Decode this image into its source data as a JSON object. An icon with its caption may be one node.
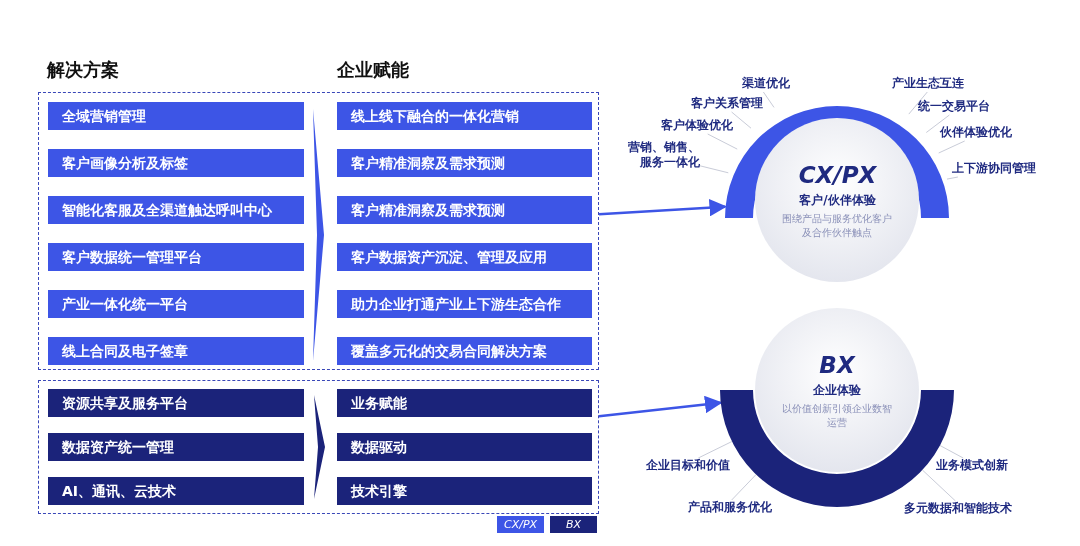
{
  "diagram": {
    "nodes": [
      {
        "text": [],
        "shape": "box"
      },
      {
        "text": [
          "全域营销管理"
        ],
        "in": 0
      },
      {
        "text": [
          "客户画像分析及标签"
        ],
        "in": 0
      },
      {
        "text": [
          "智能化客服及全渠道触达呼叫中心"
        ],
        "in": 0
      },
      {
        "text": [
          "客户数据统一管理平台"
        ],
        "in": 0
      },
      {
        "text": [
          "产业一体化统一平台"
        ],
        "in": 0
      },
      {
        "text": [
          "线上合同及电子签章"
        ],
        "in": 0
      },
      {
        "text": [
          "线上线下融合的一体化营销"
        ],
        "in": 0
      },
      {
        "text": [
          "客户精准洞察及需求预测"
        ],
        "in": 0
      },
      {
        "text": [
          "客户精准洞察及需求预测"
        ],
        "in": 0
      },
      {
        "text": [
          "客户数据资产沉淀、管理及应用"
        ],
        "in": 0
      },
      {
        "text": [
          "助力企业打通产业上下游生态合作"
        ],
        "in": 0
      },
      {
        "text": [
          "覆盖多元化的交易合同解决方案"
        ],
        "in": 0
      },
      {
        "text": [],
        "shape": "box"
      },
      {
        "text": [
          "资源共享及服务平台"
        ],
        "in": 13
      },
      {
        "text": [
          "数据资产统一管理"
        ],
        "in": 13
      },
      {
        "text": [
          "AI、通讯、云技术"
        ],
        "in": 13
      },
      {
        "text": [
          "业务赋能"
        ],
        "in": 13
      },
      {
        "text": [
          "数据驱动"
        ],
        "in": 13
      },
      {
        "text": [
          "技术引擎"
        ],
        "in": 13
      },
      {
        "text": [
          "CX/PX",
          "客户/伙伴体验",
          "围绕产品与服务优化客户及合作伙伴触点"
        ]
      },
      {
        "text": [
          "BX",
          "企业体验",
          "以价值创新引领企业数智运营"
        ]
      },
      {
        "text": [
          "渠道优化"
        ]
      },
      {
        "text": [
          "客户关系管理"
        ]
      },
      {
        "text": [
          "客户体验优化"
        ]
      },
      {
        "text": [
          "营销、销售、服务一体化"
        ]
      },
      {
        "text": [
          "产业生态互连"
        ]
      },
      {
        "text": [
          "统一交易平台"
        ]
      },
      {
        "text": [
          "伙伴体验优化"
        ]
      },
      {
        "text": [
          "上下游协同管理"
        ]
      },
      {
        "text": [
          "企业目标和价值"
        ]
      },
      {
        "text": [
          "产品和服务优化"
        ]
      },
      {
        "text": [
          "业务模式创新"
        ]
      },
      {
        "text": [
          "多元数据和智能技术"
        ]
      },
      {
        "text": [],
        "shape": "chevron",
        "in": 0
      },
      {
        "text": [],
        "shape": "chevron",
        "in": 13
      }
    ],
    "edges": [
      {
        "from": 0,
        "to": 20,
        "arrow": "to",
        "color": "#3d55e6"
      },
      {
        "from": 13,
        "to": 21,
        "arrow": "to",
        "color": "#3d55e6"
      },
      {
        "from": 22,
        "to": 20,
        "arrow": "none"
      },
      {
        "from": 23,
        "to": 20,
        "arrow": "none"
      },
      {
        "from": 24,
        "to": 20,
        "arrow": "none"
      },
      {
        "from": 25,
        "to": 20,
        "arrow": "none"
      },
      {
        "from": 26,
        "to": 20,
        "arrow": "none"
      },
      {
        "from": 27,
        "to": 20,
        "arrow": "none"
      },
      {
        "from": 28,
        "to": 20,
        "arrow": "none"
      },
      {
        "from": 29,
        "to": 20,
        "arrow": "none"
      },
      {
        "from": 30,
        "to": 21,
        "arrow": "none"
      },
      {
        "from": 31,
        "to": 21,
        "arrow": "none"
      },
      {
        "from": 32,
        "to": 21,
        "arrow": "none"
      },
      {
        "from": 33,
        "to": 21,
        "arrow": "none"
      }
    ],
    "labels": [
      "解决方案",
      "企业赋能"
    ],
    "legend": [
      {
        "text": "CX/PX",
        "color": "#3d55e6"
      },
      {
        "text": "BX",
        "color": "#1b237a"
      }
    ]
  }
}
